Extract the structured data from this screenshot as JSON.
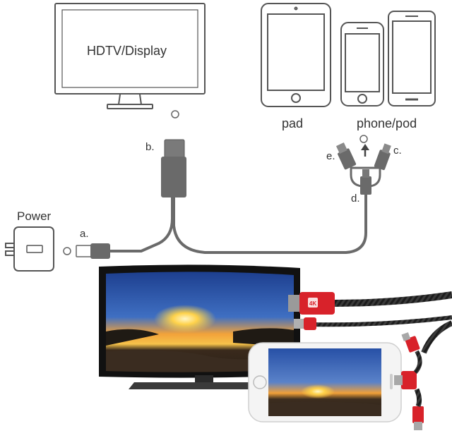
{
  "devices": {
    "tv_label": "HDTV/Display",
    "pad_label": "pad",
    "phone_label": "phone/pod",
    "power_label": "Power"
  },
  "connectors": {
    "a": "a.",
    "b": "b.",
    "c": "c.",
    "d": "d.",
    "e": "e."
  },
  "connector_tip": {
    "brand": "4K"
  },
  "colors": {
    "outline": "#555555",
    "cable_gray": "#6a6a6a",
    "connector_red": "#d8222a",
    "braided_cable": "#1c1c1c"
  }
}
